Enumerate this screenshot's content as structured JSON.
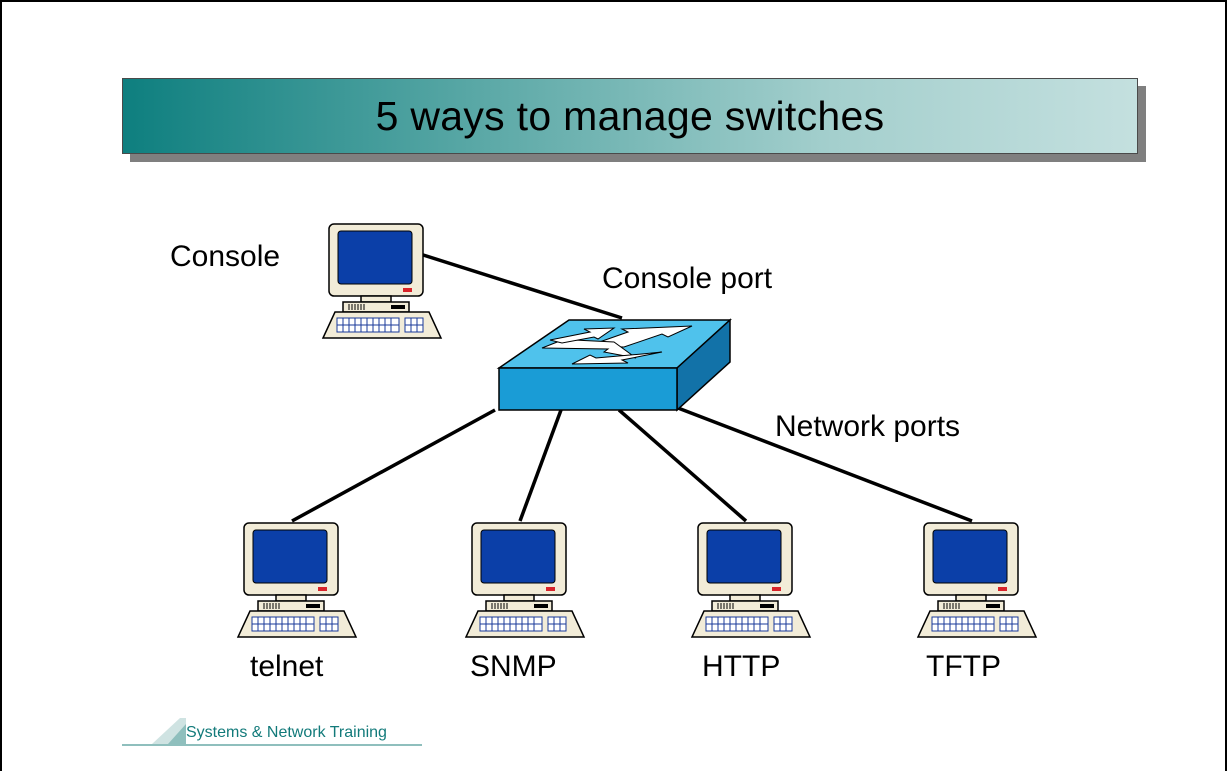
{
  "title": "5 ways to manage switches",
  "labels": {
    "console": "Console",
    "console_port": "Console port",
    "network_ports": "Network ports"
  },
  "clients": [
    {
      "label": "telnet"
    },
    {
      "label": "SNMP"
    },
    {
      "label": "HTTP"
    },
    {
      "label": "TFTP"
    }
  ],
  "footer": {
    "text": "Systems & Network Training"
  },
  "icons": {
    "computer": "desktop-computer-icon",
    "switch": "network-switch-icon",
    "logo": "training-logo-icon"
  },
  "colors": {
    "switch_blue": "#1a9cd6",
    "switch_top": "#4fc2ec",
    "monitor_screen": "#0b3fa8",
    "title_teal": "#0e7f7f",
    "footer_teal": "#127a7a"
  }
}
